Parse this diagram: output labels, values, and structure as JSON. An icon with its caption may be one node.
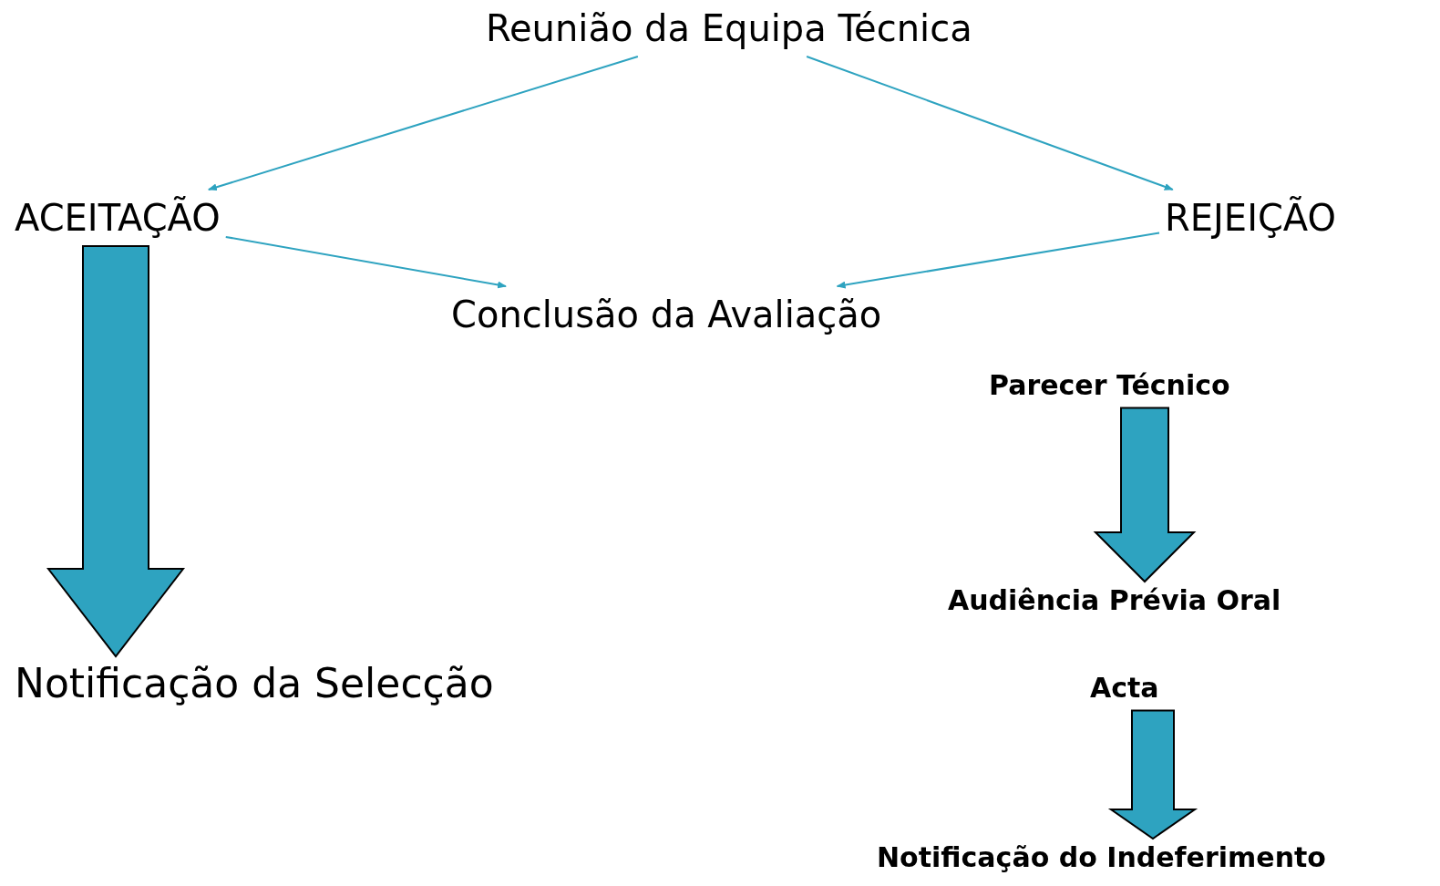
{
  "diagram": {
    "nodes": [
      {
        "text": [
          "Reunião da Equipa Técnica"
        ]
      },
      {
        "text": [
          "ACEITAÇÃO"
        ]
      },
      {
        "text": [
          "REJEIÇÃO"
        ]
      },
      {
        "text": [
          "Conclusão da Avaliação"
        ]
      },
      {
        "text": [
          "Notificação da Selecção"
        ]
      },
      {
        "text": [
          "Parecer Técnico"
        ]
      },
      {
        "text": [
          "Audiência Prévia Oral"
        ]
      },
      {
        "text": [
          "Acta"
        ]
      },
      {
        "text": [
          "Notificação do Indeferimento"
        ]
      }
    ],
    "edges": [
      {
        "from": 0,
        "to": 1,
        "arrow": "to"
      },
      {
        "from": 0,
        "to": 2,
        "arrow": "to"
      },
      {
        "from": 1,
        "to": 3,
        "arrow": "to"
      },
      {
        "from": 2,
        "to": 3,
        "arrow": "to"
      },
      {
        "from": 1,
        "to": 4,
        "arrow": "to",
        "style": "thick"
      },
      {
        "from": 5,
        "to": 6,
        "arrow": "to",
        "style": "thick"
      },
      {
        "from": 7,
        "to": 8,
        "arrow": "to",
        "style": "thick"
      }
    ]
  }
}
